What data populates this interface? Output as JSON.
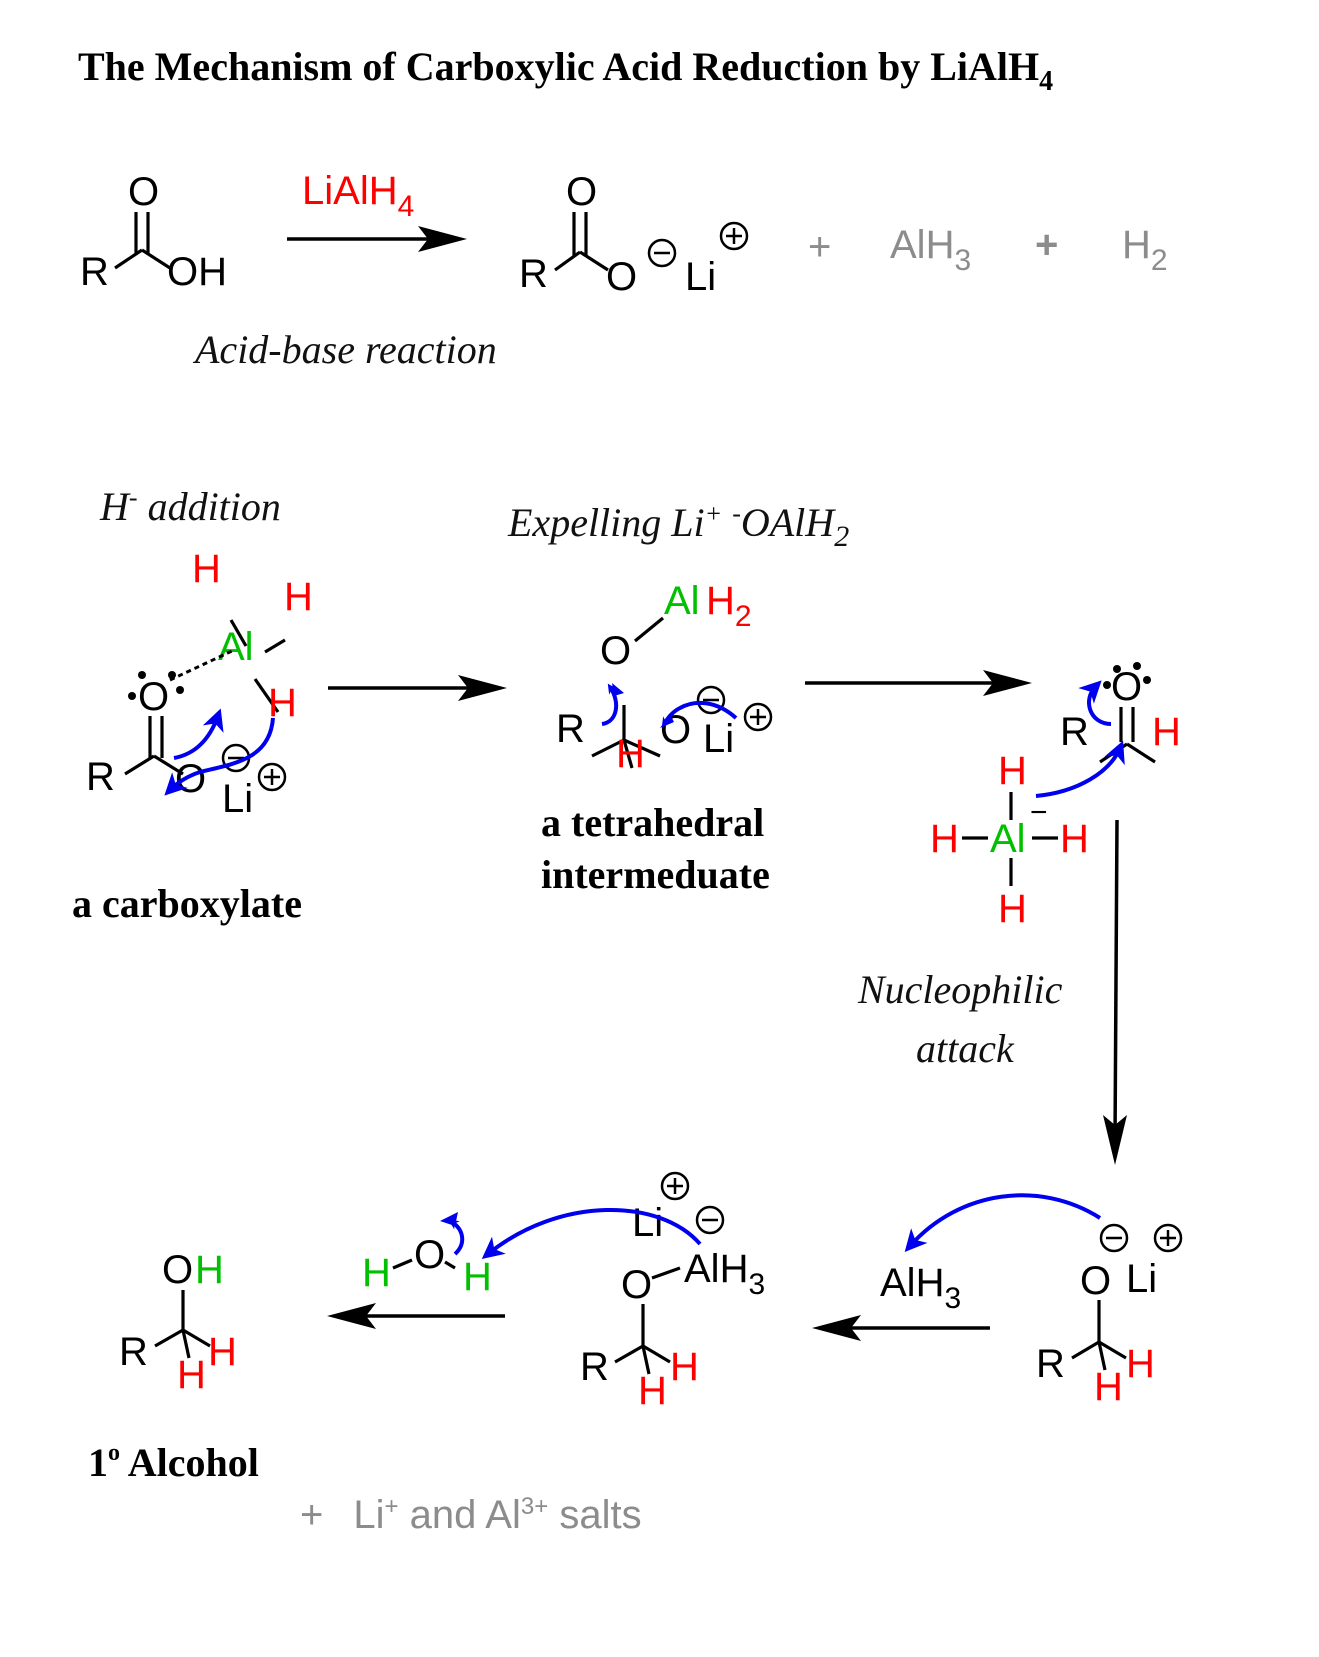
{
  "title": {
    "main": "The Mechanism of Carboxylic Acid Reduction by LiAlH",
    "subscript": "4"
  },
  "colors": {
    "black": "#000000",
    "red": "#ff0000",
    "green": "#00c000",
    "blue": "#0000ee",
    "gray": "#8c8c8c"
  },
  "step1": {
    "reactant": {
      "carbonyl_O": "O",
      "R": "R",
      "OH": "OH"
    },
    "reagent": {
      "text": "LiAlH",
      "subscript": "4"
    },
    "product": {
      "carbonyl_O": "O",
      "R": "R",
      "O": "O",
      "Li": "Li"
    },
    "byproducts": {
      "plus1": "+",
      "alh3": {
        "text": "AlH",
        "subscript": "3"
      },
      "plus2": "+",
      "h2": {
        "text": "H",
        "subscript": "2"
      }
    },
    "caption": "Acid-base reaction"
  },
  "step2": {
    "caption": {
      "text": "H",
      "superscript": "-",
      "rest": " addition"
    },
    "aluminum": {
      "Al": "Al",
      "H_top": "H",
      "H_right": "H",
      "H_bottom": "H"
    },
    "carboxylate": {
      "O_top": "O",
      "R": "R",
      "O": "O",
      "Li": "Li"
    },
    "label": "a carboxylate"
  },
  "step3": {
    "caption": {
      "text": "Expelling Li",
      "sup1": "+",
      "space": " ",
      "sup2": "-",
      "text2": "OAlH",
      "sub": "2"
    },
    "intermediate": {
      "Al": "Al",
      "H2": "H",
      "H2_sub": "2",
      "O_top": "O",
      "R": "R",
      "H": "H",
      "O": "O",
      "Li": "Li"
    },
    "label_line1": "a tetrahedral",
    "label_line2": "intermeduate"
  },
  "step4": {
    "aldehyde": {
      "O": "O",
      "R": "R",
      "H": "H"
    },
    "alh4": {
      "Al": "Al",
      "H_top": "H",
      "H_left": "H",
      "H_right": "H",
      "H_bottom": "H",
      "charge": "−"
    },
    "caption_line1": "Nucleophilic",
    "caption_line2": "attack"
  },
  "step5": {
    "alkoxide": {
      "O": "O",
      "Li": "Li",
      "R": "R",
      "H1": "H",
      "H2": "H"
    },
    "alh3": {
      "text": "AlH",
      "subscript": "3"
    }
  },
  "step6": {
    "complex": {
      "Li": "Li",
      "O": "O",
      "AlH3": "AlH",
      "AlH3_sub": "3",
      "R": "R",
      "H1": "H",
      "H2": "H"
    },
    "water": {
      "H_left": "H",
      "O": "O",
      "H_right": "H"
    }
  },
  "product": {
    "alcohol": {
      "O": "O",
      "H_oh": "H",
      "R": "R",
      "H1": "H",
      "H2": "H"
    },
    "label": {
      "number": "1",
      "superscript": "o",
      "text": " Alcohol"
    },
    "salts": {
      "plus": "+",
      "text1": "Li",
      "sup1": "+",
      "text2": " and Al",
      "sup2": "3+",
      "text3": " salts"
    }
  }
}
